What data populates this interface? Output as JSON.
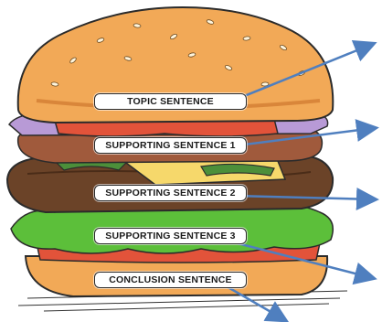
{
  "labels": {
    "topic": "TOPIC SENTENCE",
    "supporting_1": "SUPPORTING SENTENCE 1",
    "supporting_2": "SUPPORTING SENTENCE 2",
    "supporting_3": "SUPPORTING SENTENCE 3",
    "conclusion": "CONCLUSION SENTENCE"
  },
  "colors": {
    "bun": "#f2a957",
    "bun_shade": "#d9863a",
    "lettuce": "#5cbf3a",
    "tomato": "#e2533a",
    "cheese": "#f6d86b",
    "patty": "#6b4328",
    "onion": "#b89ad6",
    "arrow": "#4f7fbf"
  },
  "icons": [
    "burger-illustration",
    "arrow-icon"
  ]
}
